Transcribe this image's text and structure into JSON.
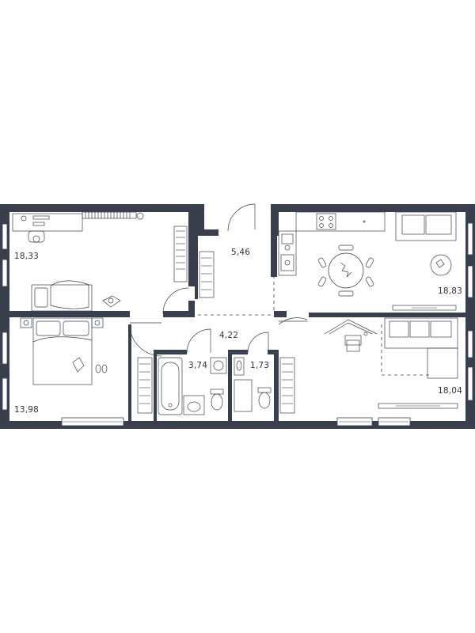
{
  "plan": {
    "rooms": [
      {
        "id": "bedroom-top-left",
        "area": "18,33"
      },
      {
        "id": "bedroom-bottom-left",
        "area": "13,98"
      },
      {
        "id": "entrance-hall",
        "area": "5,46"
      },
      {
        "id": "corridor",
        "area": "4,22"
      },
      {
        "id": "bathroom",
        "area": "3,74"
      },
      {
        "id": "toilet",
        "area": "1,73"
      },
      {
        "id": "kitchen",
        "area": "18,83"
      },
      {
        "id": "living-room",
        "area": "18,04"
      }
    ],
    "colors": {
      "wall": "#3a3f4e",
      "label": "#2f3442",
      "background": "#ffffff"
    }
  }
}
